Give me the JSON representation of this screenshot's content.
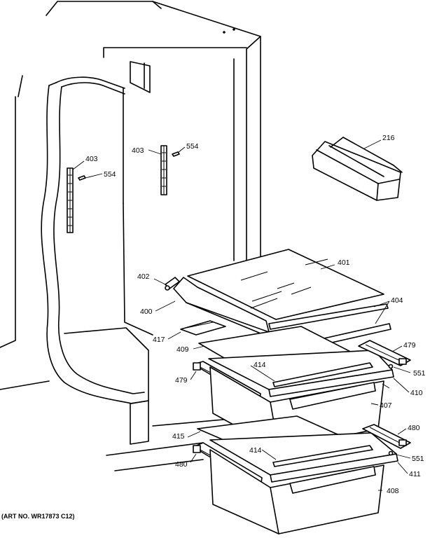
{
  "art_number": "(ART NO. WR17873 C12)",
  "labels": {
    "l216": "216",
    "l403_left": "403",
    "l554_left": "554",
    "l403_right": "403",
    "l554_right": "554",
    "l401": "401",
    "l402": "402",
    "l400": "400",
    "l404": "404",
    "l417": "417",
    "l409": "409",
    "l479_right": "479",
    "l414_upper": "414",
    "l551_upper": "551",
    "l479_left": "479",
    "l410": "410",
    "l407": "407",
    "l480_right": "480",
    "l415": "415",
    "l414_lower": "414",
    "l551_lower": "551",
    "l480_left": "480",
    "l411": "411",
    "l408": "408"
  }
}
